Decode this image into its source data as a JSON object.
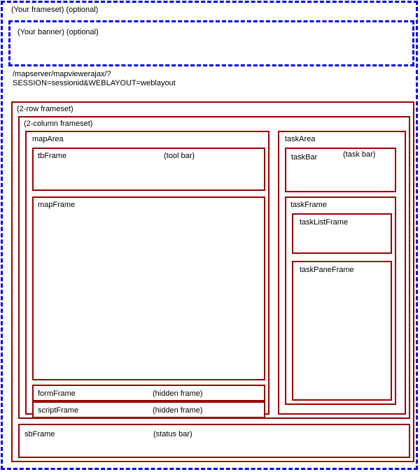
{
  "colors": {
    "frame_border": "#990000",
    "optional_border": "#0000EE",
    "background": "#FFFFFF",
    "text": "#000000"
  },
  "outer": {
    "label": "(Your frameset) (optional)"
  },
  "banner": {
    "label": "(Your banner) (optional)"
  },
  "url": {
    "line1": "/mapserver/mapviewerajax/?",
    "line2": "SESSION=sessionid&WEBLAYOUT=weblayout"
  },
  "frameset_2row": {
    "label": "(2-row frameset)"
  },
  "frameset_2col": {
    "label": "(2-column frameset)"
  },
  "map_area": {
    "label": "mapArea",
    "frames": {
      "tb_frame": {
        "label": "tbFrame",
        "note": "(tool bar)"
      },
      "map_frame": {
        "label": "mapFrame",
        "note": ""
      },
      "form_frame": {
        "label": "formFrame",
        "note": "(hidden frame)"
      },
      "script_frame": {
        "label": "scriptFrame",
        "note": "(hidden frame)"
      }
    }
  },
  "task_area": {
    "label": "taskArea",
    "frames": {
      "task_bar": {
        "label": "taskBar",
        "note": "(task bar)"
      },
      "task_frame": {
        "label": "taskFrame",
        "note": ""
      },
      "task_list_frame": {
        "label": "taskListFrame",
        "note": ""
      },
      "task_pane_frame": {
        "label": "taskPaneFrame",
        "note": ""
      }
    }
  },
  "sb_frame": {
    "label": "sbFrame",
    "note": "(status bar)"
  }
}
